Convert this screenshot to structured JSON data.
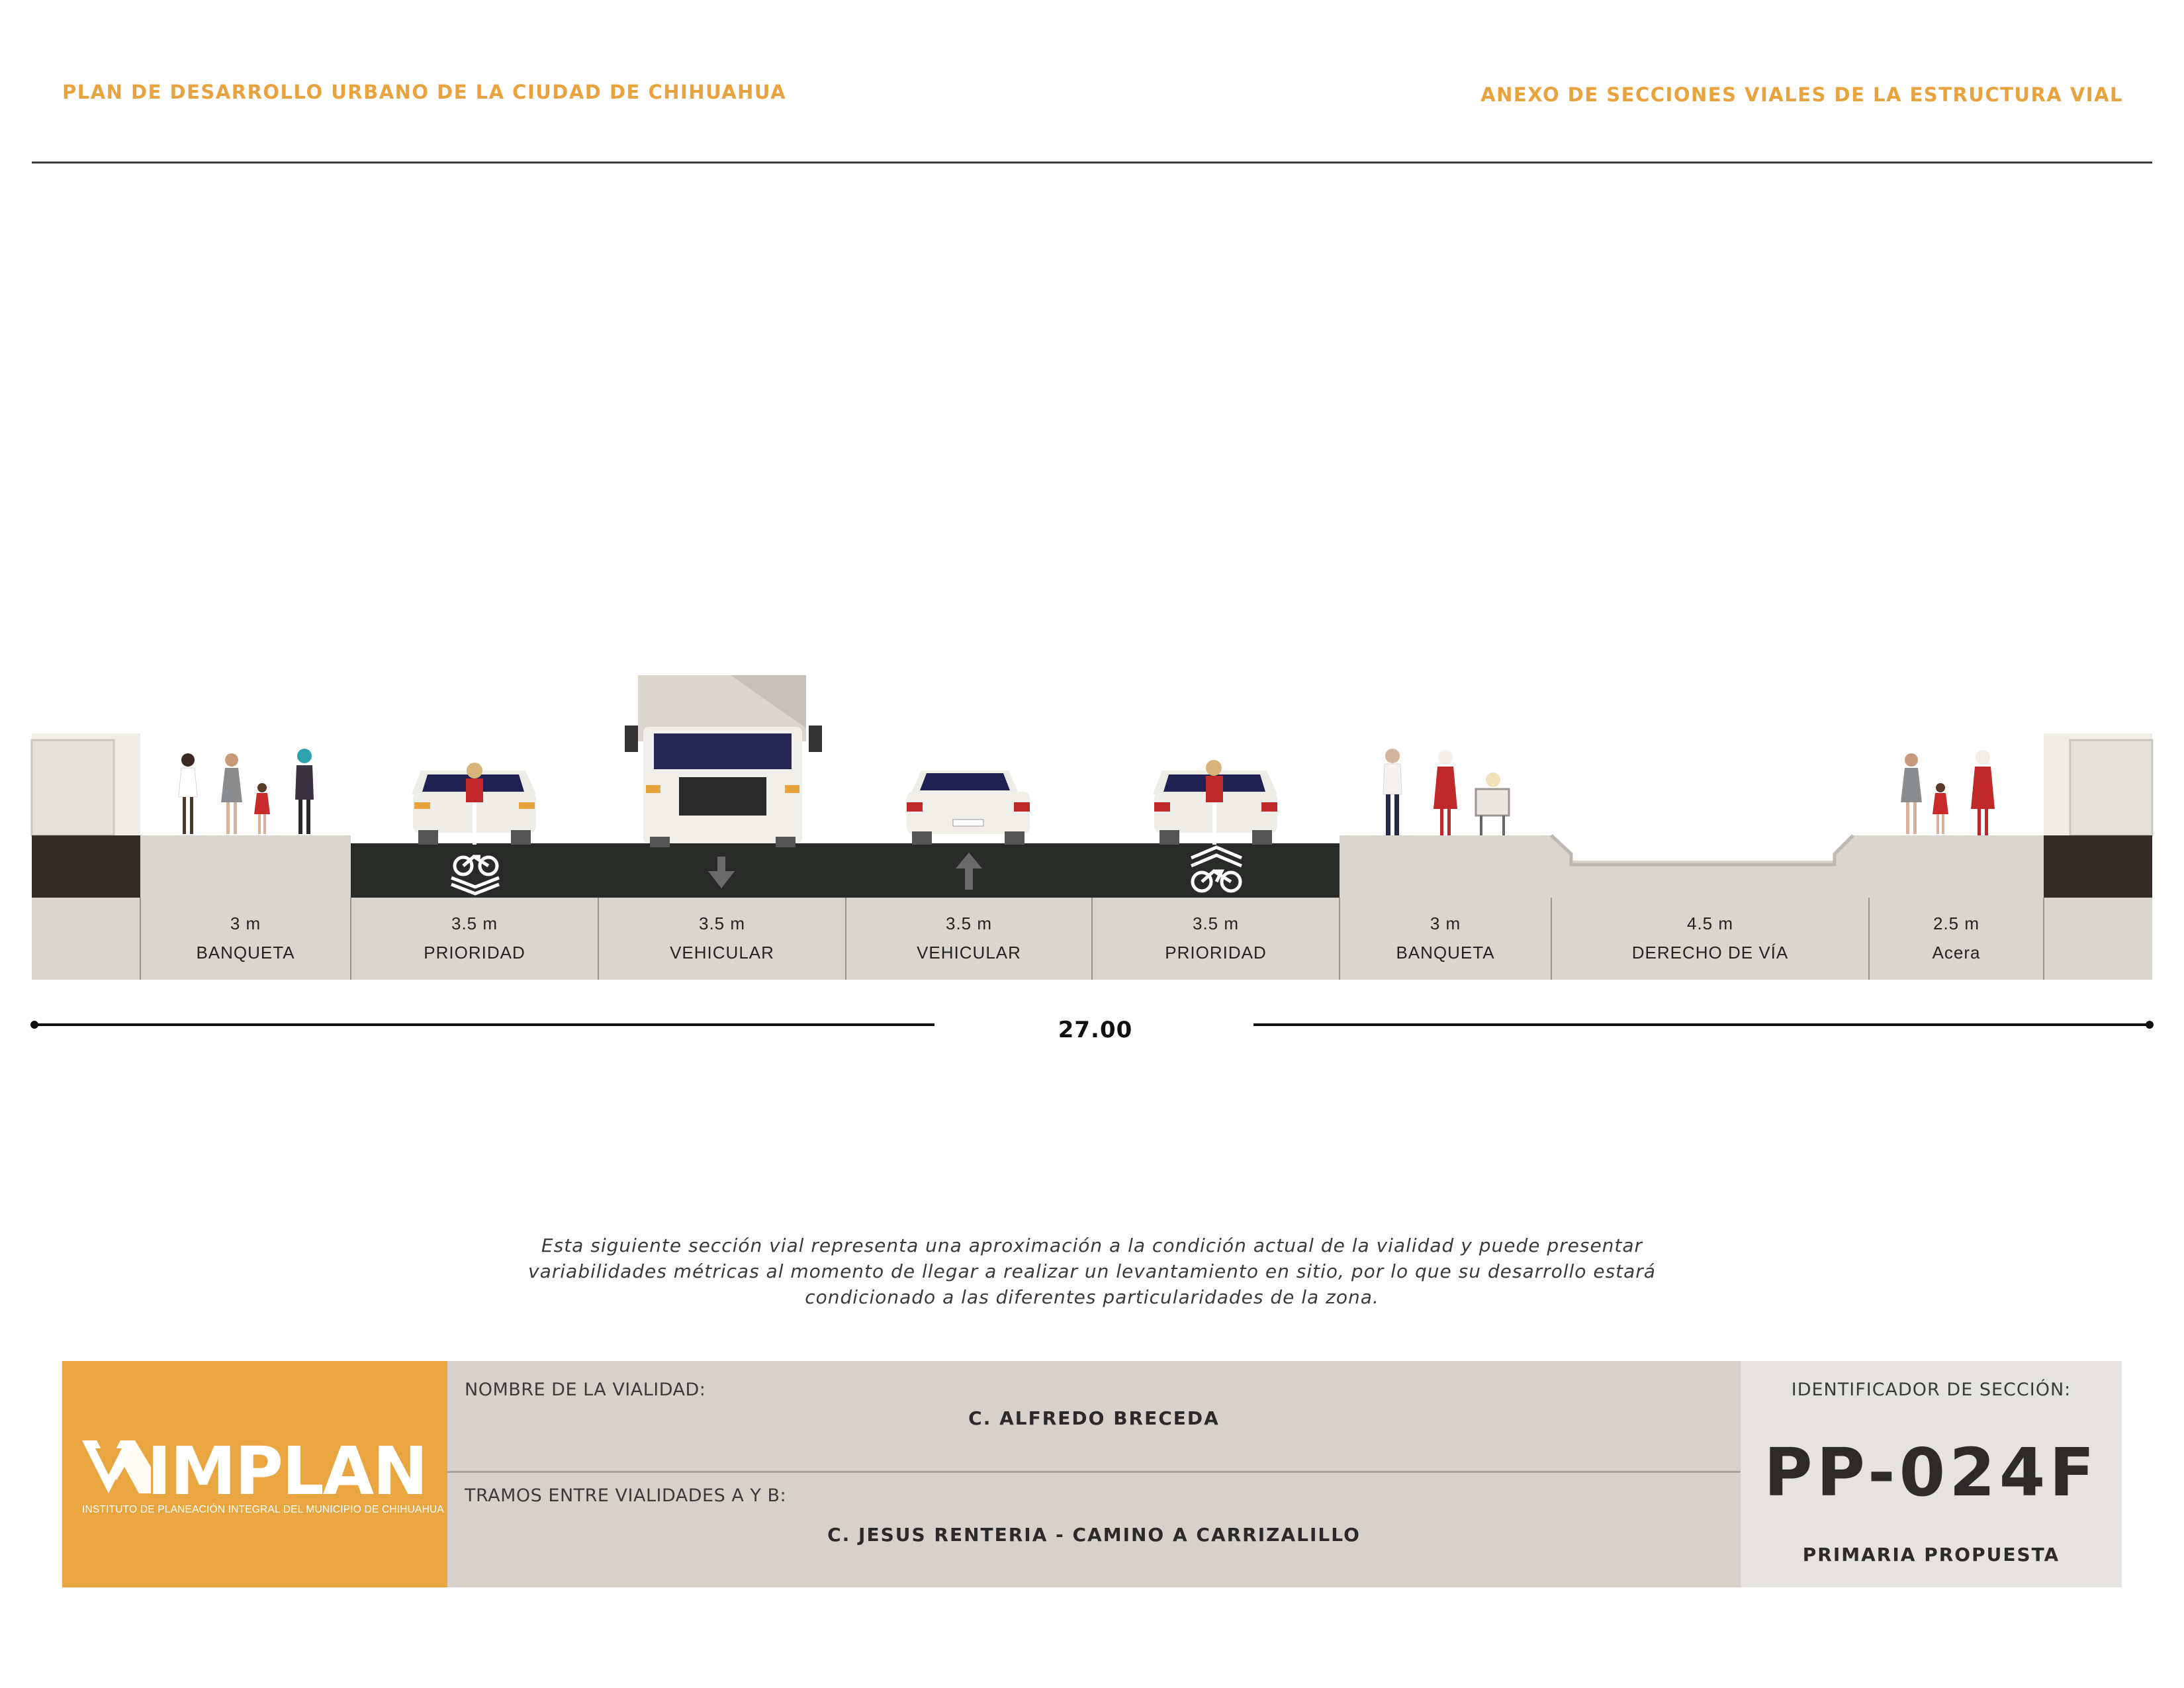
{
  "header": {
    "left_title": "PLAN DE DESARROLLO URBANO DE LA CIUDAD DE CHIHUAHUA",
    "right_title": "ANEXO DE SECCIONES VIALES DE LA ESTRUCTURA VIAL"
  },
  "section": {
    "lanes": [
      {
        "width": "3 m",
        "name": "BANQUETA",
        "type": "sidewalk"
      },
      {
        "width": "3.5 m",
        "name": "PRIORIDAD",
        "type": "bike-priority",
        "marking": "tandem-bike-icon"
      },
      {
        "width": "3.5 m",
        "name": "VEHICULAR",
        "type": "vehicle",
        "marking": "arrow-down-icon"
      },
      {
        "width": "3.5 m",
        "name": "VEHICULAR",
        "type": "vehicle",
        "marking": "arrow-up-icon"
      },
      {
        "width": "3.5 m",
        "name": "PRIORIDAD",
        "type": "bike-priority",
        "marking": "bike-sharrow-icon"
      },
      {
        "width": "3 m",
        "name": "BANQUETA",
        "type": "sidewalk"
      },
      {
        "width": "4.5 m",
        "name": "DERECHO DE VÍA",
        "type": "right-of-way"
      },
      {
        "width": "2.5 m",
        "name": "Acera",
        "type": "sidewalk"
      }
    ],
    "total_width": "27.00"
  },
  "note": {
    "lines": [
      "Esta siguiente sección vial representa una aproximación a la condición actual de la vialidad y puede presentar",
      "variabilidades métricas al momento de llegar a realizar un levantamiento en sitio, por lo que su desarrollo estará",
      "condicionado a las diferentes particularidades de la zona."
    ]
  },
  "card": {
    "logo": {
      "wordmark": "IMPLAN",
      "subtitle": "INSTITUTO DE PLANEACIÓN INTEGRAL DEL MUNICIPIO DE CHIHUAHUA"
    },
    "road_name_label": "NOMBRE DE LA VIALIDAD:",
    "road_name": "C. ALFREDO BRECEDA",
    "segment_label": "TRAMOS ENTRE VIALIDADES A Y B:",
    "segment": "C. JESUS RENTERIA - CAMINO A CARRIZALILLO",
    "id_label": "IDENTIFICADOR DE SECCIÓN:",
    "id_code": "PP-024F",
    "id_type": "PRIMARIA PROPUESTA"
  },
  "colors": {
    "accent": "#e9a640",
    "asphalt": "#282a28",
    "sidewalk": "#d9d5cf",
    "building_base": "#332b26"
  }
}
